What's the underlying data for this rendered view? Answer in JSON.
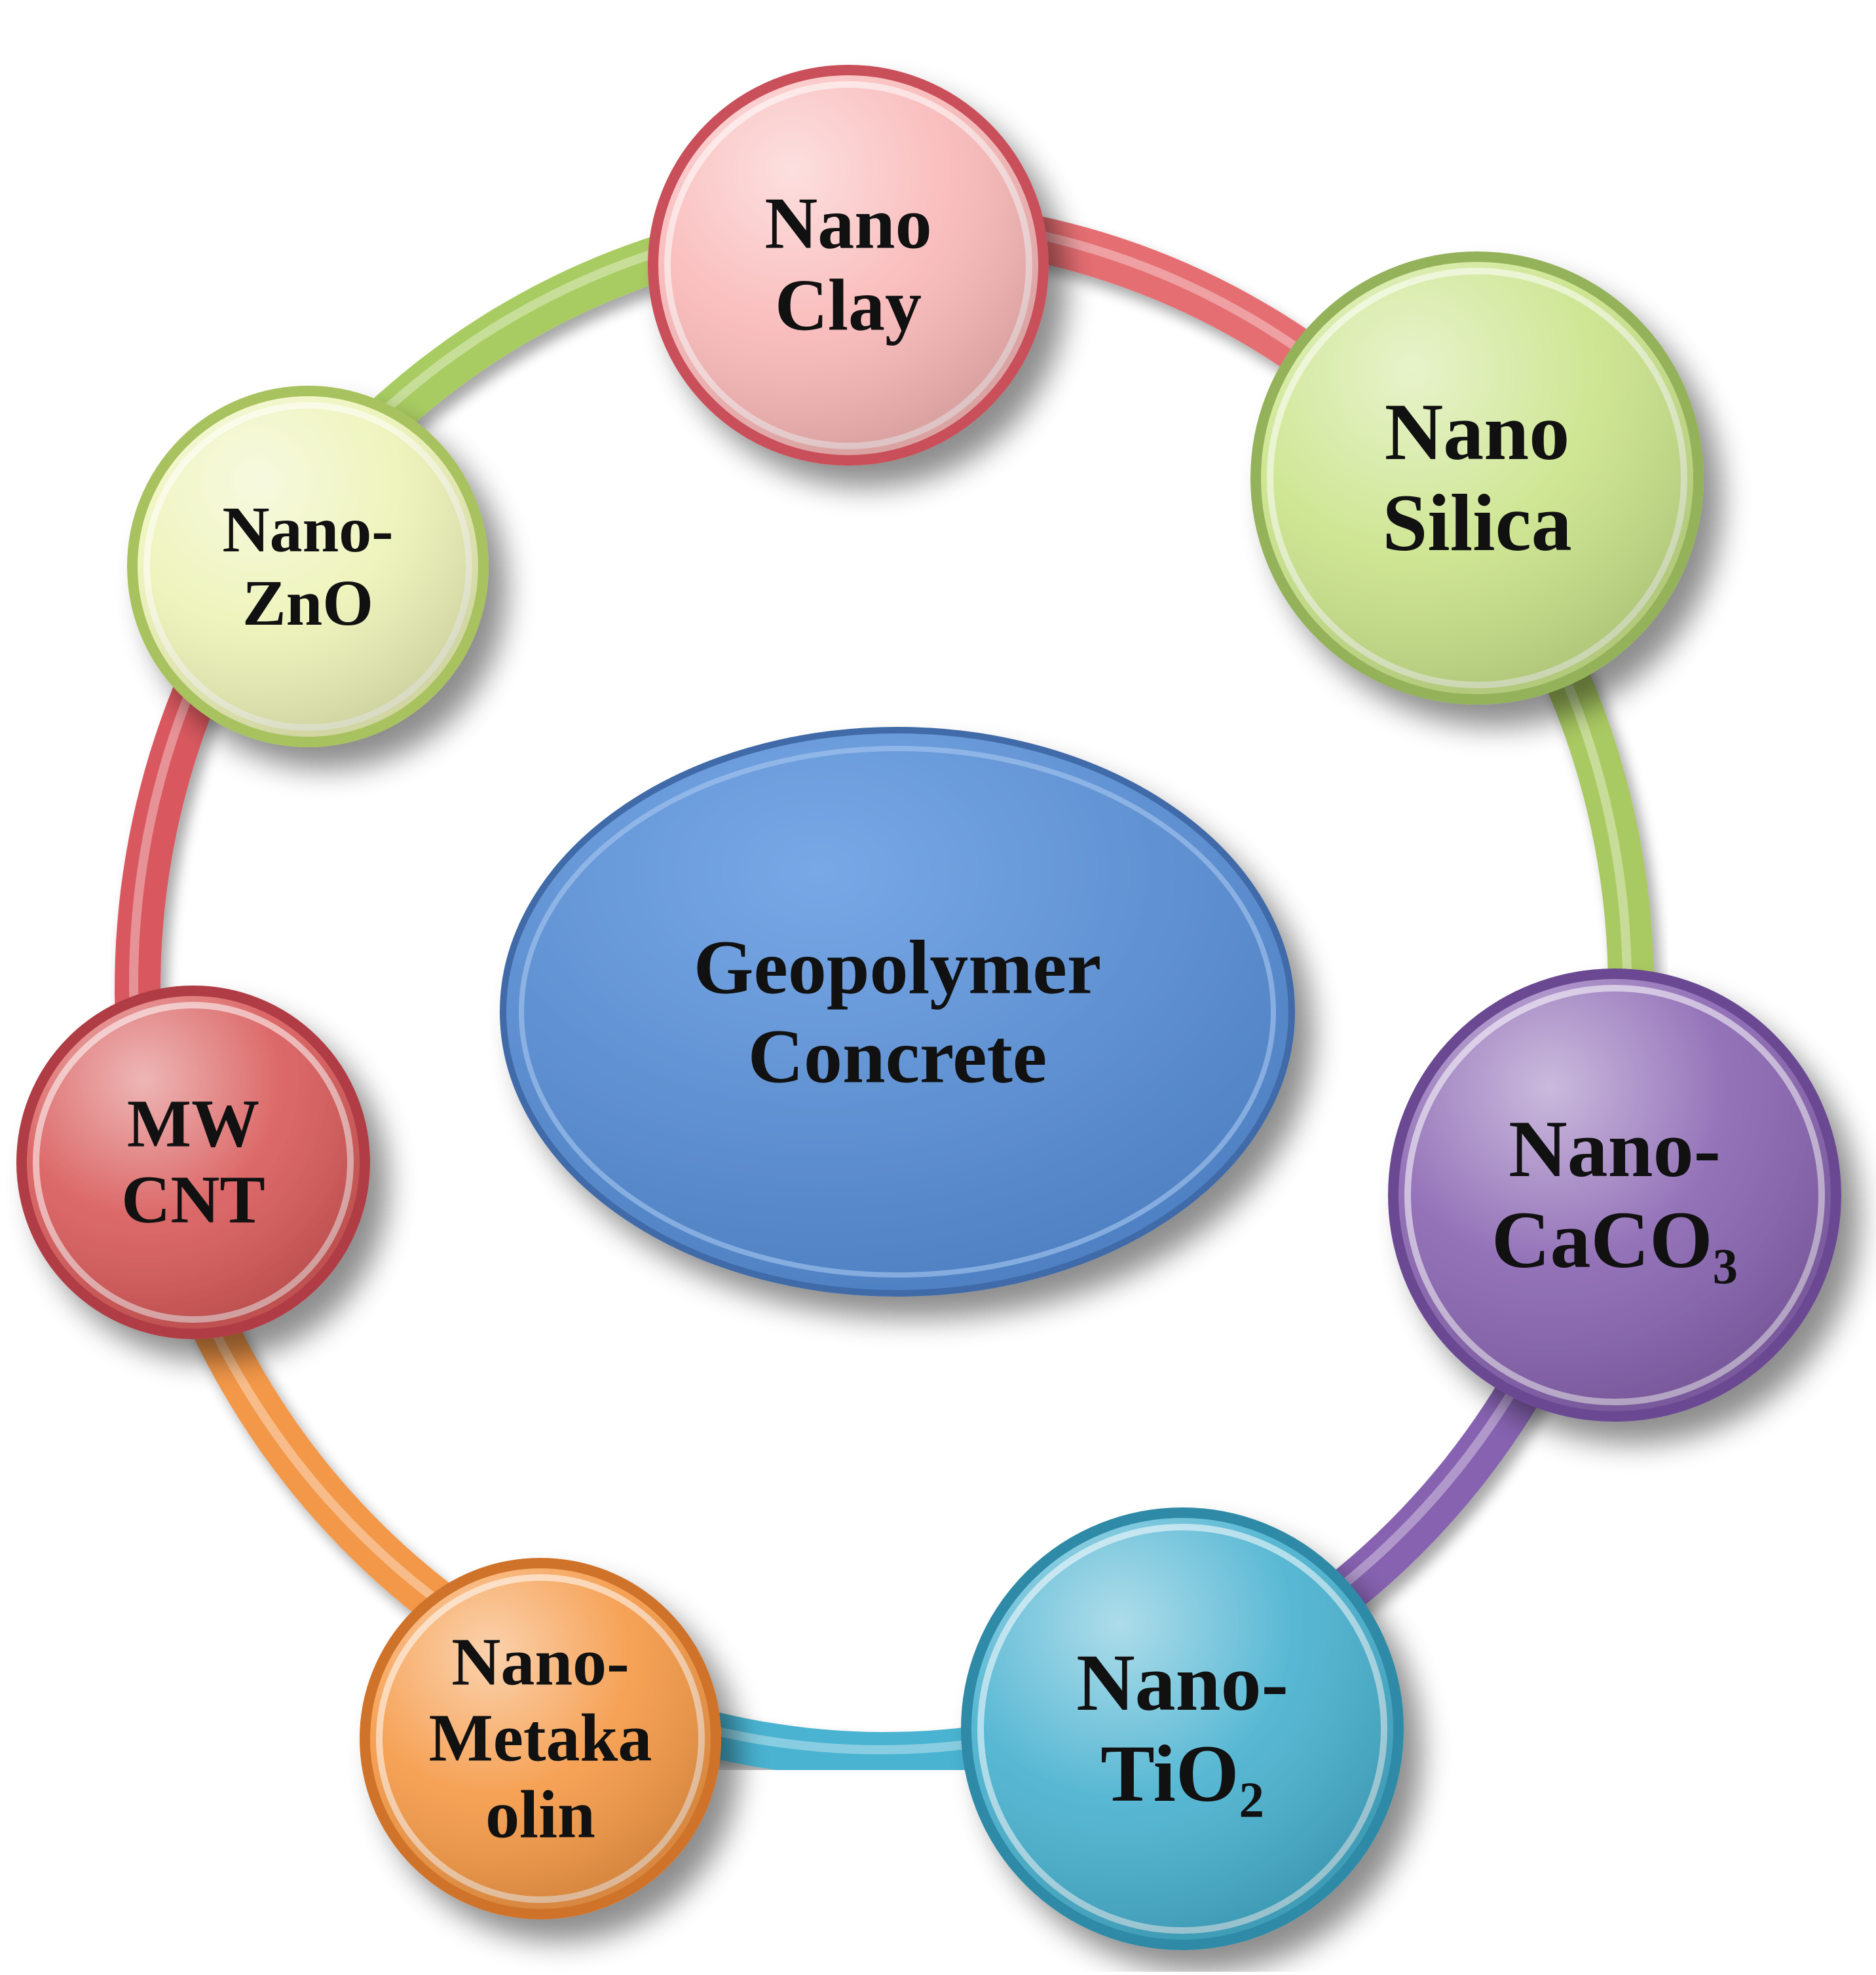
{
  "center": {
    "line1": "Geopolymer",
    "line2": "Concrete",
    "color": "#5b8fd1"
  },
  "nodes": [
    {
      "id": "nano-clay",
      "lines": [
        {
          "t": "Nano"
        },
        {
          "t": "Clay"
        }
      ],
      "fill": "#f9b8b8",
      "border": "#c9505a"
    },
    {
      "id": "nano-silica",
      "lines": [
        {
          "t": "Nano"
        },
        {
          "t": "Silica"
        }
      ],
      "fill": "#cbe48c",
      "border": "#94b25a"
    },
    {
      "id": "nano-caco3",
      "lines": [
        {
          "t": "Nano-"
        },
        {
          "t": "CaCO",
          "sub": "3"
        }
      ],
      "fill": "#8a66b2",
      "border": "#6a4a92"
    },
    {
      "id": "nano-tio2",
      "lines": [
        {
          "t": "Nano-"
        },
        {
          "t": "TiO",
          "sub": "2"
        }
      ],
      "fill": "#4ab2d0",
      "border": "#2d8aa6"
    },
    {
      "id": "nano-metakaolin",
      "lines": [
        {
          "t": "Nano-"
        },
        {
          "t": "Metaka"
        },
        {
          "t": "olin"
        }
      ],
      "fill": "#f59a48",
      "border": "#d0732a"
    },
    {
      "id": "mw-cnt",
      "lines": [
        {
          "t": "MW"
        },
        {
          "t": "CNT"
        }
      ],
      "fill": "#d95c5c",
      "border": "#b03c44"
    },
    {
      "id": "nano-zno",
      "lines": [
        {
          "t": "Nano-"
        },
        {
          "t": "ZnO"
        }
      ],
      "fill": "#edf3b8",
      "border": "#a8c25e"
    }
  ],
  "connectors": [
    {
      "from": "nano-clay",
      "to": "nano-silica",
      "color": "#e56e72"
    },
    {
      "from": "nano-silica",
      "to": "nano-caco3",
      "color": "#a9c962"
    },
    {
      "from": "nano-caco3",
      "to": "nano-tio2",
      "color": "#8662b0"
    },
    {
      "from": "nano-tio2",
      "to": "nano-metakaolin",
      "color": "#49b3d1"
    },
    {
      "from": "nano-metakaolin",
      "to": "mw-cnt",
      "color": "#f3984a"
    },
    {
      "from": "mw-cnt",
      "to": "nano-zno",
      "color": "#d9585e"
    },
    {
      "from": "nano-zno",
      "to": "nano-clay",
      "color": "#a9cc62"
    }
  ]
}
